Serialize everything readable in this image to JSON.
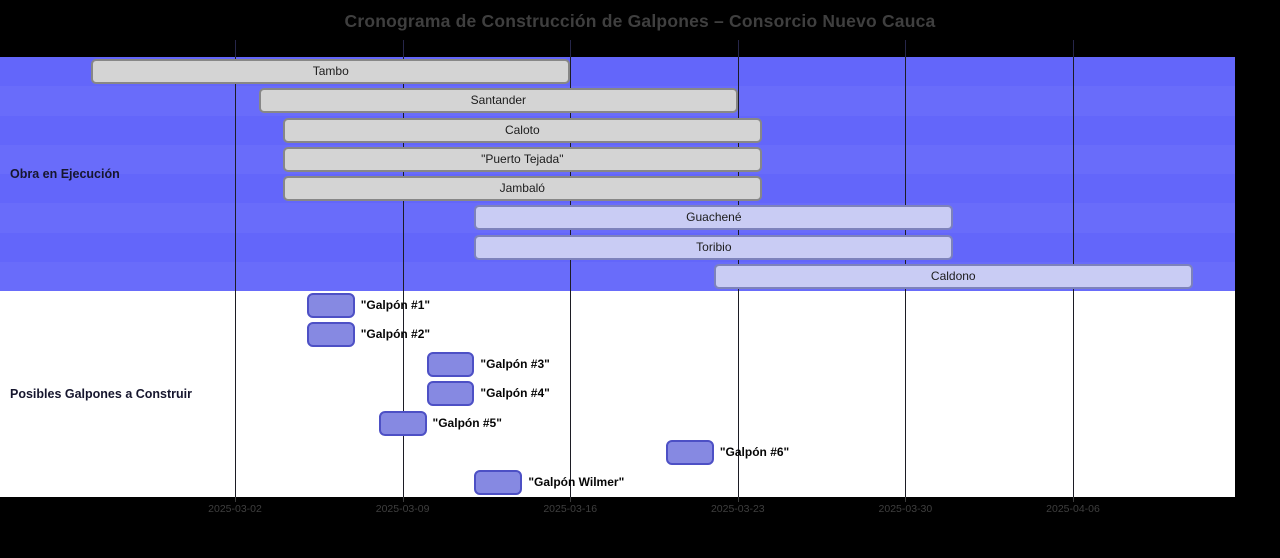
{
  "title": "Cronograma de Construcción de Galpones – Consorcio Nuevo Cauca",
  "sections": [
    {
      "id": "obra",
      "label": "Obra en Ejecución"
    },
    {
      "id": "posibles",
      "label": "Posibles Galpones a Construir"
    }
  ],
  "axis": {
    "tick_labels": [
      "2025-03-02",
      "2025-03-09",
      "2025-03-16",
      "2025-03-23",
      "2025-03-30",
      "2025-04-06"
    ]
  },
  "chart_data": {
    "type": "gantt",
    "title": "Cronograma de Construcción de Galpones – Consorcio Nuevo Cauca",
    "xlabel": "",
    "ylabel": "",
    "xlim": [
      "2025-02-20",
      "2025-04-13"
    ],
    "x_ticks": [
      "2025-03-02",
      "2025-03-09",
      "2025-03-16",
      "2025-03-23",
      "2025-03-30",
      "2025-04-06"
    ],
    "grid": true,
    "legend": false,
    "rows": [
      {
        "task": "Tambo",
        "label": "Tambo",
        "section": "Obra en Ejecución",
        "start": "2025-02-24",
        "end": "2025-03-16",
        "variant": "gray"
      },
      {
        "task": "Santander",
        "label": "Santander",
        "section": "Obra en Ejecución",
        "start": "2025-03-03",
        "end": "2025-03-23",
        "variant": "gray"
      },
      {
        "task": "Caloto",
        "label": "Caloto",
        "section": "Obra en Ejecución",
        "start": "2025-03-04",
        "end": "2025-03-24",
        "variant": "gray"
      },
      {
        "task": "Puerto Tejada",
        "label": "\"Puerto Tejada\"",
        "section": "Obra en Ejecución",
        "start": "2025-03-04",
        "end": "2025-03-24",
        "variant": "gray"
      },
      {
        "task": "Jambaló",
        "label": "Jambaló",
        "section": "Obra en Ejecución",
        "start": "2025-03-04",
        "end": "2025-03-24",
        "variant": "gray"
      },
      {
        "task": "Guachené",
        "label": "Guachené",
        "section": "Obra en Ejecución",
        "start": "2025-03-12",
        "end": "2025-04-01",
        "variant": "light"
      },
      {
        "task": "Toribio",
        "label": "Toribio",
        "section": "Obra en Ejecución",
        "start": "2025-03-12",
        "end": "2025-04-01",
        "variant": "light"
      },
      {
        "task": "Caldono",
        "label": "Caldono",
        "section": "Obra en Ejecución",
        "start": "2025-03-22",
        "end": "2025-04-11",
        "variant": "light"
      },
      {
        "task": "Galpón #1",
        "label": "\"Galpón #1\"",
        "section": "Posibles Galpones a Construir",
        "start": "2025-03-05",
        "end": "2025-03-07",
        "variant": "small"
      },
      {
        "task": "Galpón #2",
        "label": "\"Galpón #2\"",
        "section": "Posibles Galpones a Construir",
        "start": "2025-03-05",
        "end": "2025-03-07",
        "variant": "small"
      },
      {
        "task": "Galpón #3",
        "label": "\"Galpón #3\"",
        "section": "Posibles Galpones a Construir",
        "start": "2025-03-10",
        "end": "2025-03-12",
        "variant": "small"
      },
      {
        "task": "Galpón #4",
        "label": "\"Galpón #4\"",
        "section": "Posibles Galpones a Construir",
        "start": "2025-03-10",
        "end": "2025-03-12",
        "variant": "small"
      },
      {
        "task": "Galpón #5",
        "label": "\"Galpón #5\"",
        "section": "Posibles Galpones a Construir",
        "start": "2025-03-08",
        "end": "2025-03-10",
        "variant": "small"
      },
      {
        "task": "Galpón #6",
        "label": "\"Galpón #6\"",
        "section": "Posibles Galpones a Construir",
        "start": "2025-03-20",
        "end": "2025-03-22",
        "variant": "small"
      },
      {
        "task": "Galpón Wilmer",
        "label": "\"Galpón Wilmer\"",
        "section": "Posibles Galpones a Construir",
        "start": "2025-03-12",
        "end": "2025-03-14",
        "variant": "small"
      }
    ]
  },
  "colors": {
    "figure_bg": "#000000",
    "exec_bg": "#6366fa",
    "possible_bg": "#ffffff",
    "bar_gray_fill": "#d4d4d4",
    "bar_gray_border": "#878787",
    "bar_light_fill": "#c9ccf4",
    "bar_light_border": "#7d82bb",
    "bar_small_fill": "#8689e2",
    "bar_small_border": "#4d50c5",
    "gridline": "#1c1c24",
    "title_text": "#3f3f3f",
    "tick_text": "#3f3f3f",
    "section_text": "#16162e",
    "bar_text": "#1c1c1c",
    "small_label_text": "#050505"
  }
}
